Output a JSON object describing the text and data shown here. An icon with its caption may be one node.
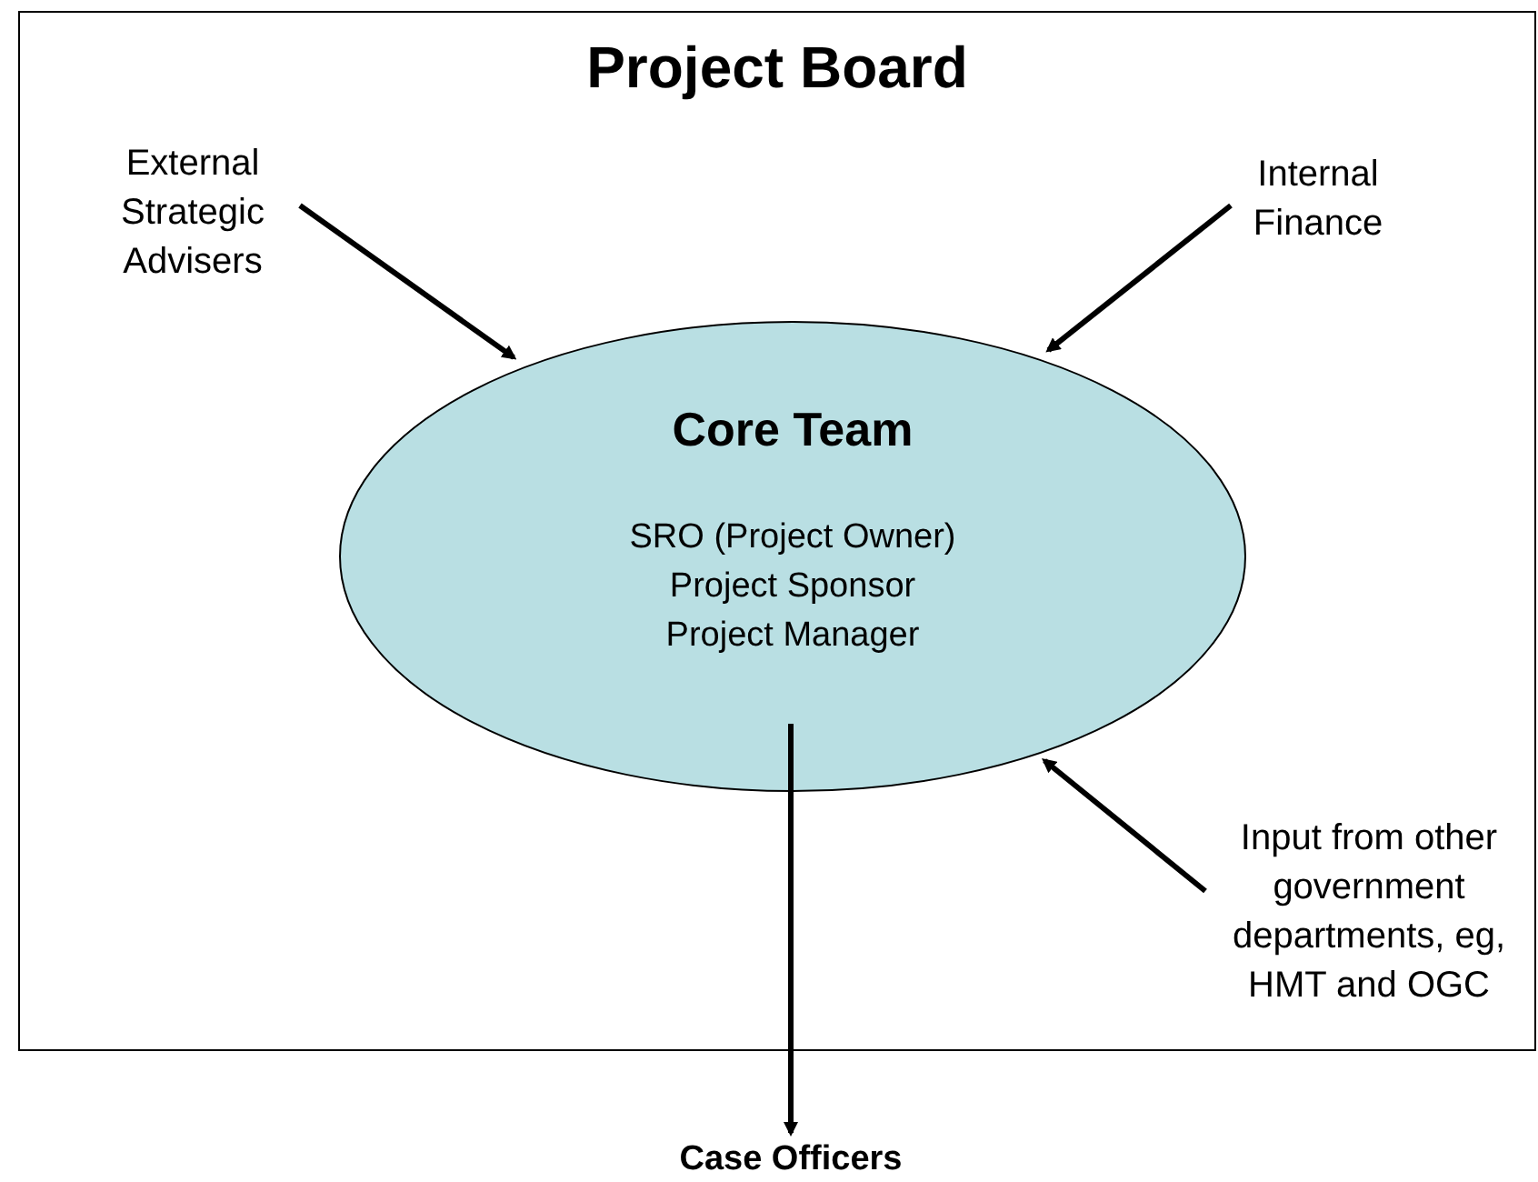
{
  "diagram": {
    "nodes": [
      {
        "text": [
          "Project Board"
        ]
      },
      {
        "text": [
          "External Strategic Advisers"
        ],
        "in": 0
      },
      {
        "text": [
          "Internal Finance"
        ],
        "in": 0
      },
      {
        "text": [
          "Core Team",
          "SRO (Project Owner)",
          "Project Sponsor",
          "Project Manager"
        ],
        "in": 0
      },
      {
        "text": [
          "Input from other government departments, eg, HMT and OGC"
        ],
        "in": 0
      },
      {
        "text": [
          "Case Officers"
        ]
      }
    ],
    "edges": [
      {
        "from": 1,
        "to": 3,
        "arrow": "to"
      },
      {
        "from": 2,
        "to": 3,
        "arrow": "to"
      },
      {
        "from": 4,
        "to": 3,
        "arrow": "to"
      },
      {
        "from": 3,
        "to": 5,
        "arrow": "to"
      }
    ]
  }
}
